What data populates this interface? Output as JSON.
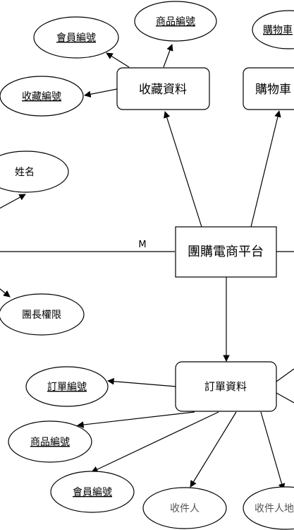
{
  "diagram": {
    "central": {
      "label": "團購電商平台"
    },
    "collection": {
      "label": "收藏資料"
    },
    "cart": {
      "label": "購物車"
    },
    "orders": {
      "label": "訂單資料"
    },
    "attrs": {
      "member_id_top": "會員編號",
      "product_id_top": "商品編號",
      "cart_product_id": "購物車",
      "favorite_id": "收藏編號",
      "name": "姓名",
      "leader_permission": "團長權限",
      "order_id": "訂單編號",
      "order_product_id": "商品編號",
      "order_member_id": "會員編號",
      "recipient": "收件人",
      "recipient_addr": "收件人地址"
    },
    "cardinality": {
      "m": "M"
    }
  }
}
